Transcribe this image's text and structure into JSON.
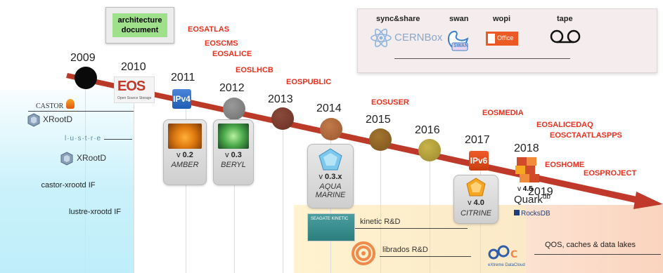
{
  "header": {
    "architecture_document": "architecture document"
  },
  "years": [
    "2009",
    "2010",
    "2011",
    "2012",
    "2013",
    "2014",
    "2015",
    "2016",
    "2017",
    "2018",
    "2019"
  ],
  "instances": [
    "EOSATLAS",
    "EOSCMS",
    "EOSALICE",
    "EOSLHCB",
    "EOSPUBLIC",
    "EOSUSER",
    "EOSMEDIA",
    "EOSALICEDAQ",
    "EOSCTAATLASPPS",
    "EOSHOME",
    "EOSPROJECT"
  ],
  "services": {
    "sync_share": "sync&share",
    "swan": "swan",
    "wopi": "wopi",
    "tape": "tape",
    "cernbox_logo": "CERNBox",
    "office_logo": "Office",
    "swan_logo": "SWAN"
  },
  "ipv4": "IPv4",
  "ipv6": "IPv6",
  "eos_logo": "EOS",
  "eos_tagline": "Open Source Storage",
  "releases": [
    {
      "prefix": "v ",
      "version": "0.2",
      "name": "AMBER"
    },
    {
      "prefix": "v ",
      "version": "0.3",
      "name": "BERYL"
    },
    {
      "prefix": "v ",
      "version": "0.3.x",
      "name": "AQUA MARINE"
    },
    {
      "prefix": "v ",
      "version": "4.0",
      "name": "CITRINE"
    },
    {
      "prefix": "v ",
      "version": "4.5",
      "name": ""
    }
  ],
  "legacy": {
    "castor": "CASTOR",
    "xrootd_1": "XRootD",
    "lustre": "l·u·s·t·r·e",
    "xrootd_2": "XRootD",
    "castor_if": "castor-xrootd IF",
    "lustre_if": "lustre-xrootd IF"
  },
  "rnd": {
    "kinetic": "kinetic R&D",
    "seagate": "SEAGATE KINETIC",
    "librados": "librados R&D",
    "xdc_caption": "eXtreme DataCloud",
    "xdc_logo": "XDC",
    "qos": "QOS, caches & data lakes"
  },
  "tech": {
    "quarkdb": "Quark",
    "quarkdb_sup": "db",
    "rocksdb": "RocksDB"
  },
  "colors": {
    "timeline_arrow": "#c0392b",
    "instance_label": "#e8301e",
    "architecture_box": "#9fe08a"
  }
}
